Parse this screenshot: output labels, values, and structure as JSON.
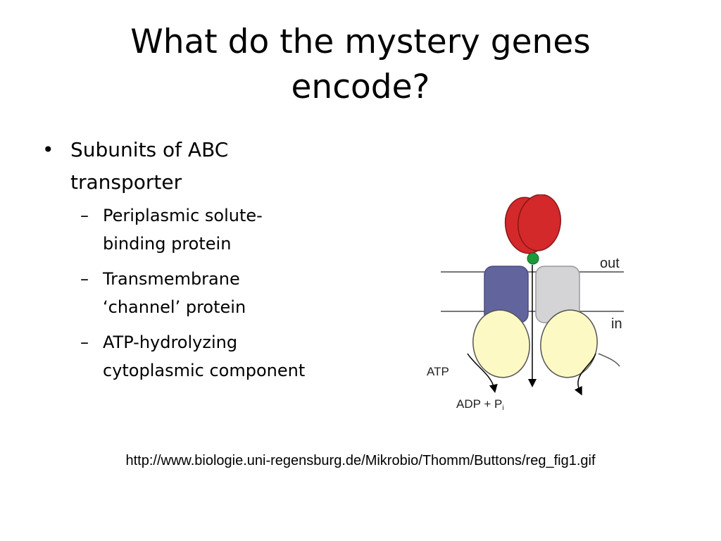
{
  "slide": {
    "title_line1": "What do the mystery genes",
    "title_line2": "encode?",
    "bullet": {
      "marker": "•",
      "line1": "Subunits of ABC",
      "line2": "transporter"
    },
    "sub_marker": "–",
    "sub_bullets": [
      {
        "line1": "Periplasmic solute-",
        "line2": "binding protein"
      },
      {
        "line1": "Transmembrane",
        "line2": "‘channel’ protein"
      },
      {
        "line1": "ATP-hydrolyzing",
        "line2": "cytoplasmic component"
      }
    ],
    "source_url": "http://www.biologie.uni-regensburg.de/Mikrobio/Thomm/Buttons/reg_fig1.gif"
  },
  "figure": {
    "label_out": "out",
    "label_in": "in",
    "label_atp": "ATP",
    "label_adp": "ADP + P",
    "label_pi_sub": "i",
    "colors": {
      "binding_protein": "#d3292b",
      "solute": "#1a9a3a",
      "tmd_left": "#62649e",
      "tmd_right": "#d4d4d6",
      "nbd": "#fdf9c4",
      "membrane_line": "#777777"
    }
  }
}
